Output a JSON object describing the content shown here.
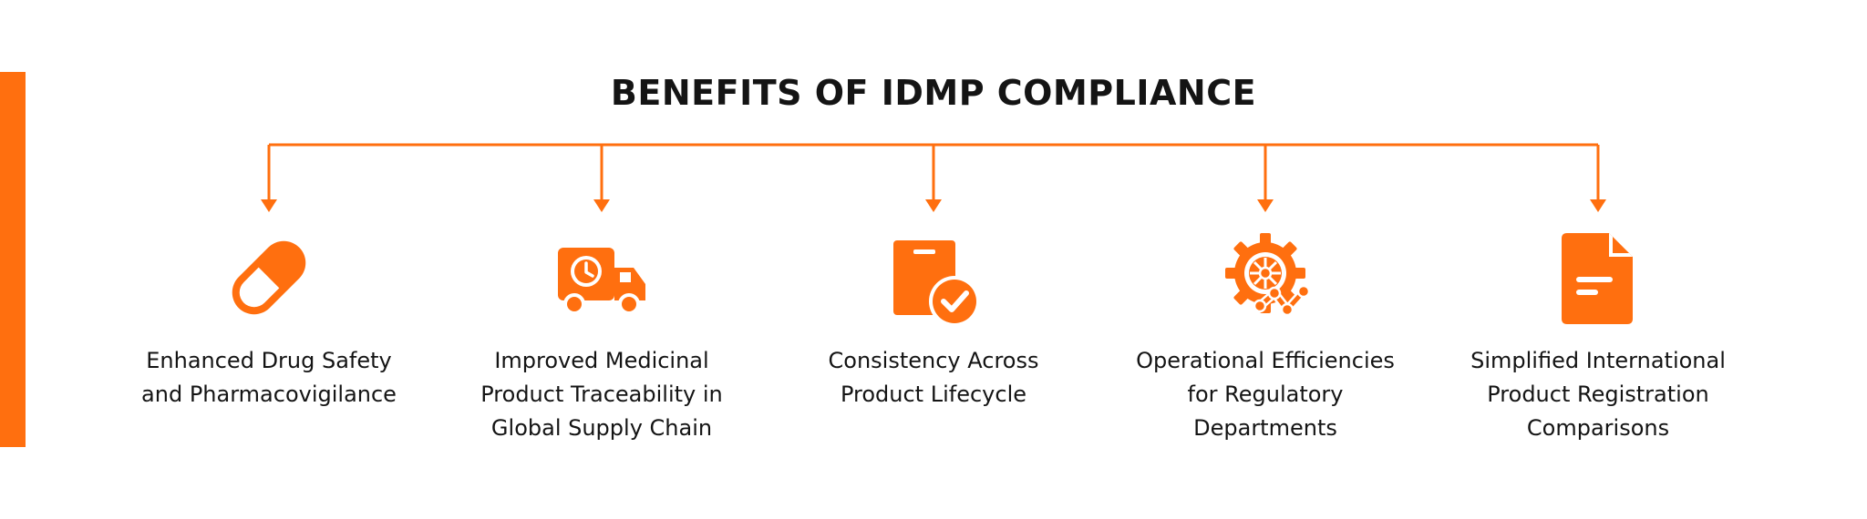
{
  "title": "BENEFITS OF IDMP COMPLIANCE",
  "colors": {
    "accent": "#ff6f0f",
    "text": "#141414",
    "background": "#ffffff"
  },
  "benefits": [
    {
      "icon": "capsule-icon",
      "label": "Enhanced Drug Safety\nand Pharmacovigilance"
    },
    {
      "icon": "delivery-truck-clock-icon",
      "label": "Improved Medicinal\nProduct Traceability in\nGlobal Supply Chain"
    },
    {
      "icon": "box-checkmark-icon",
      "label": "Consistency Across\nProduct Lifecycle"
    },
    {
      "icon": "gear-trend-icon",
      "label": "Operational Efficiencies\nfor Regulatory\nDepartments"
    },
    {
      "icon": "document-icon",
      "label": "Simplified International\nProduct Registration\nComparisons"
    }
  ]
}
